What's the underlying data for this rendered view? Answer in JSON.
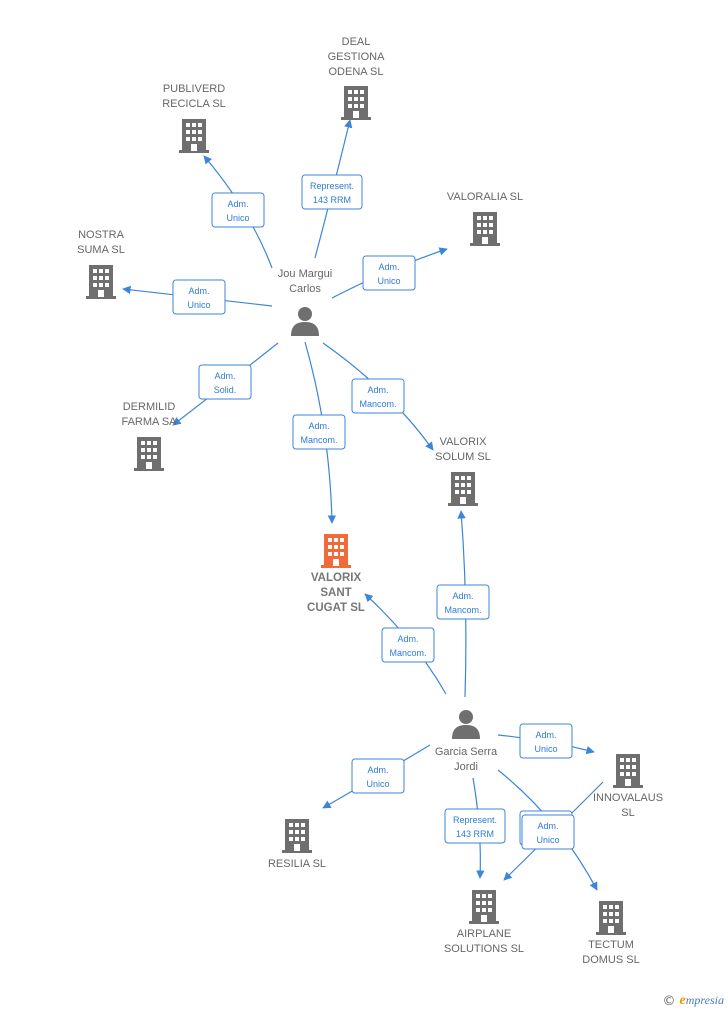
{
  "nodes": {
    "deal": {
      "label": [
        "DEAL",
        "GESTIONA",
        "ODENA  SL"
      ],
      "kind": "company"
    },
    "publiverd": {
      "label": [
        "PUBLIVERD",
        "RECICLA  SL"
      ],
      "kind": "company"
    },
    "valoralia": {
      "label": [
        "VALORALIA SL"
      ],
      "kind": "company"
    },
    "nostra": {
      "label": [
        "NOSTRA",
        "SUMA  SL"
      ],
      "kind": "company"
    },
    "jou": {
      "label": [
        "Jou Margui",
        "Carlos"
      ],
      "kind": "person"
    },
    "dermilid": {
      "label": [
        "DERMILID",
        "FARMA SA"
      ],
      "kind": "company"
    },
    "valorix_solum": {
      "label": [
        "VALORIX",
        "SOLUM  SL"
      ],
      "kind": "company"
    },
    "valorix_sant": {
      "label": [
        "VALORIX",
        "SANT",
        "CUGAT  SL"
      ],
      "kind": "focus"
    },
    "garcia": {
      "label": [
        "Garcia Serra",
        "Jordi"
      ],
      "kind": "person"
    },
    "innovalaus": {
      "label": [
        "INNOVALAUS",
        "SL"
      ],
      "kind": "company"
    },
    "resilia": {
      "label": [
        "RESILIA  SL"
      ],
      "kind": "company"
    },
    "airplane": {
      "label": [
        "AIRPLANE",
        "SOLUTIONS  SL"
      ],
      "kind": "company"
    },
    "tectum": {
      "label": [
        "TECTUM",
        "DOMUS  SL"
      ],
      "kind": "company"
    }
  },
  "edges": [
    {
      "id": "jou-publiverd",
      "label": [
        "Adm.",
        "Unico"
      ]
    },
    {
      "id": "jou-deal",
      "label": [
        "Represent.",
        "143 RRM"
      ]
    },
    {
      "id": "jou-valoralia",
      "label": [
        "Adm.",
        "Unico"
      ]
    },
    {
      "id": "jou-nostra",
      "label": [
        "Adm.",
        "Unico"
      ]
    },
    {
      "id": "jou-dermilid",
      "label": [
        "Adm.",
        "Solid."
      ]
    },
    {
      "id": "jou-valorix-solum",
      "label": [
        "Adm.",
        "Mancom."
      ]
    },
    {
      "id": "jou-valorix-sant",
      "label": [
        "Adm.",
        "Mancom."
      ]
    },
    {
      "id": "garcia-valorix-solum",
      "label": [
        "Adm.",
        "Mancom."
      ]
    },
    {
      "id": "garcia-valorix-sant",
      "label": [
        "Adm.",
        "Mancom."
      ]
    },
    {
      "id": "garcia-innovalaus",
      "label": [
        "Adm.",
        "Unico"
      ]
    },
    {
      "id": "garcia-resilia",
      "label": [
        "Adm.",
        "Unico"
      ]
    },
    {
      "id": "garcia-airplane-rep",
      "label": [
        "Represent.",
        "143 RRM"
      ]
    },
    {
      "id": "garcia-tectum",
      "label": [
        "Adm.",
        "Unico"
      ]
    },
    {
      "id": "innovalaus-airplane",
      "label": [
        "Adm.",
        "Unico"
      ]
    }
  ],
  "footer": {
    "copyright": "©",
    "brand_initial": "e",
    "brand_rest": "mpresia"
  },
  "colors": {
    "company": "#6f6f6f",
    "focus": "#f26a3a",
    "person": "#6f6f6f",
    "edge": "#3c85d8"
  }
}
